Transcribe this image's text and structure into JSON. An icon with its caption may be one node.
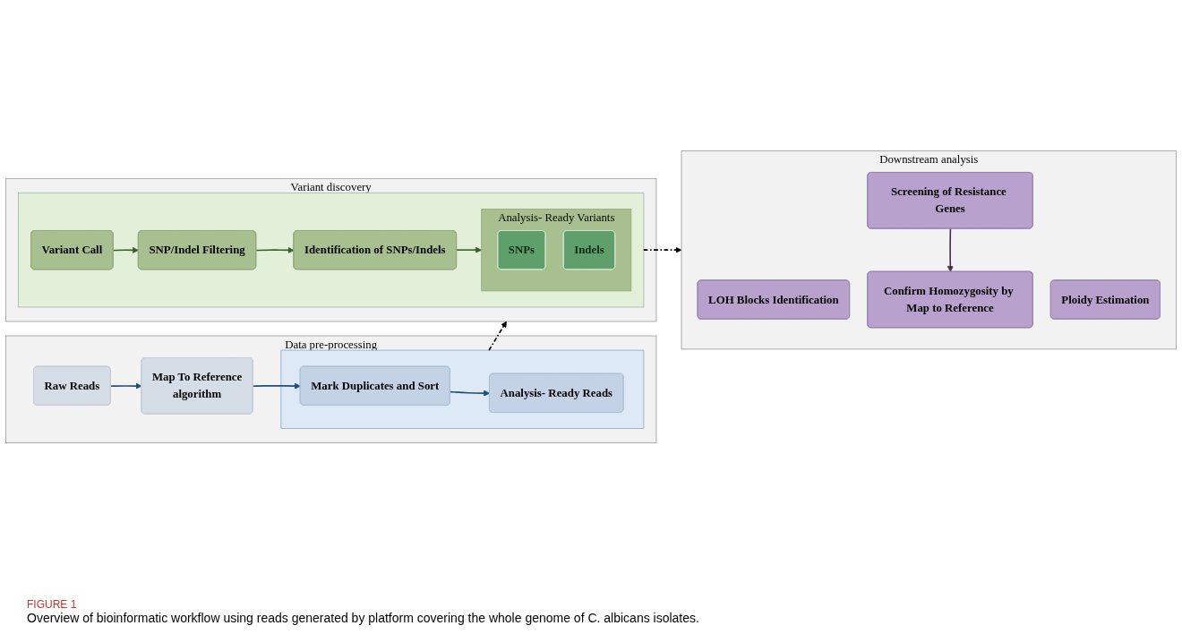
{
  "diagram": {
    "caption": "Overview of bioinformatic workflow using reads generated by platform covering the whole genome of C. albicans isolates.",
    "nodes": [
      {
        "text": [
          "Data pre-processing"
        ]
      },
      {
        "text": [
          "Raw Reads"
        ],
        "in": 0
      },
      {
        "text": [
          "Map To Reference",
          "algorithm"
        ],
        "in": 0
      },
      {
        "text": [],
        "shape": "box",
        "in": 0
      },
      {
        "text": [
          "Mark Duplicates and Sort"
        ],
        "in": 3
      },
      {
        "text": [
          "Analysis- Ready Reads"
        ],
        "in": 3
      },
      {
        "text": [
          "Variant discovery"
        ]
      },
      {
        "text": [],
        "shape": "box",
        "in": 6
      },
      {
        "text": [
          "Variant Call"
        ],
        "in": 7
      },
      {
        "text": [
          "SNP/Indel Filtering"
        ],
        "in": 7
      },
      {
        "text": [
          "Identification of SNPs/Indels"
        ],
        "in": 7
      },
      {
        "text": [
          "Analysis- Ready Variants"
        ],
        "in": 7
      },
      {
        "text": [
          "SNPs"
        ],
        "in": 11
      },
      {
        "text": [
          "Indels"
        ],
        "in": 11
      },
      {
        "text": [
          "Downstream analysis"
        ]
      },
      {
        "text": [
          "LOH Blocks Identification"
        ],
        "in": 14
      },
      {
        "text": [
          "Ploidy Estimation"
        ],
        "in": 14
      },
      {
        "text": [
          "Screening of Resistance Genes"
        ],
        "in": 14
      },
      {
        "text": [
          "Confirm Homozygosity by Map to Reference"
        ],
        "in": 14
      }
    ],
    "edges": [
      {
        "from": 1,
        "to": 2,
        "arrow": "to"
      },
      {
        "from": 2,
        "to": 4,
        "arrow": "to"
      },
      {
        "from": 4,
        "to": 5,
        "arrow": "to"
      },
      {
        "from": 3,
        "to": 6,
        "arrow": "to",
        "style": "dashed",
        "color": "#000000"
      },
      {
        "from": 8,
        "to": 9,
        "arrow": "to",
        "color": "#3b5e2b"
      },
      {
        "from": 9,
        "to": 10,
        "arrow": "to",
        "color": "#3b5e2b"
      },
      {
        "from": 10,
        "to": 11,
        "arrow": "to",
        "color": "#3b5e2b"
      },
      {
        "from": 7,
        "to": 14,
        "arrow": "to",
        "style": "dashed",
        "color": "#000000"
      },
      {
        "from": 17,
        "to": 18,
        "arrow": "to",
        "color": "#4a2c4a"
      }
    ],
    "labels": [
      "FIGURE 1"
    ]
  }
}
